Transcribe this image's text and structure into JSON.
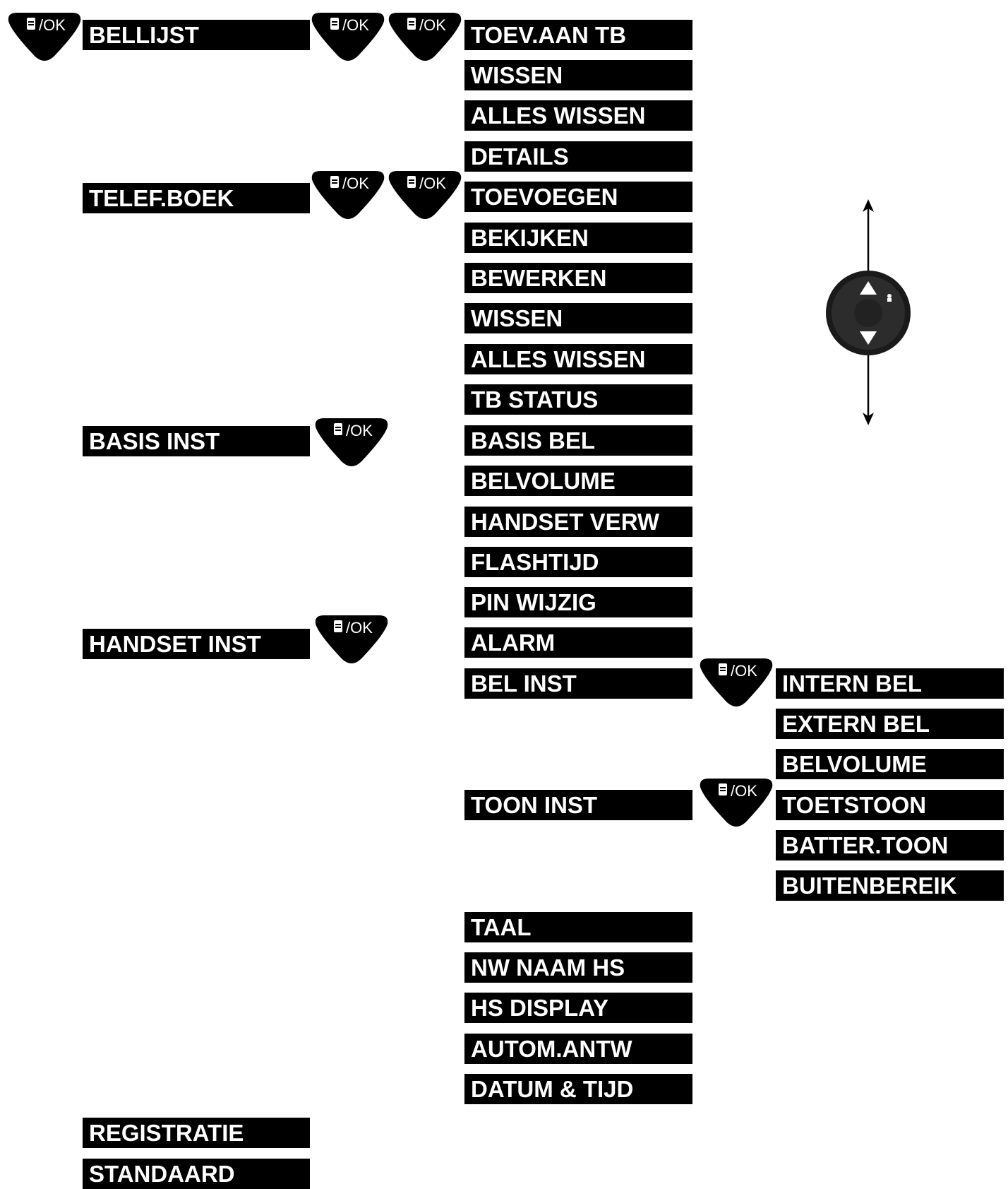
{
  "ok_button": {
    "label": "/OK",
    "icon": "menu-ok-button-icon"
  },
  "main_menu": [
    {
      "id": "bellijst",
      "label": "BELLIJST"
    },
    {
      "id": "telef-boek",
      "label": "TELEF.BOEK"
    },
    {
      "id": "basis-inst",
      "label": "BASIS INST"
    },
    {
      "id": "handset-inst",
      "label": "HANDSET INST"
    },
    {
      "id": "registratie",
      "label": "REGISTRATIE"
    },
    {
      "id": "standaard",
      "label": "STANDAARD"
    }
  ],
  "bellijst_submenu": [
    "TOEV.AAN TB",
    "WISSEN",
    "ALLES WISSEN",
    "DETAILS"
  ],
  "telefboek_submenu": [
    "TOEVOEGEN",
    "BEKIJKEN",
    "BEWERKEN",
    "WISSEN",
    "ALLES WISSEN",
    "TB STATUS"
  ],
  "basis_submenu": [
    "BASIS BEL",
    "BELVOLUME",
    "HANDSET VERW",
    "FLASHTIJD",
    "PIN WIJZIG"
  ],
  "handset_submenu": [
    "ALARM",
    "BEL INST",
    "TOON INST",
    "TAAL",
    "NW NAAM HS",
    "HS DISPLAY",
    "AUTOM.ANTW",
    "DATUM & TIJD"
  ],
  "bel_inst_submenu": [
    "INTERN BEL",
    "EXTERN BEL",
    "BELVOLUME"
  ],
  "toon_inst_submenu": [
    "TOETSTOON",
    "BATTER.TOON",
    "BUITENBEREIK"
  ],
  "navigation_key": {
    "icon": "up-down-navigation-key-icon"
  }
}
